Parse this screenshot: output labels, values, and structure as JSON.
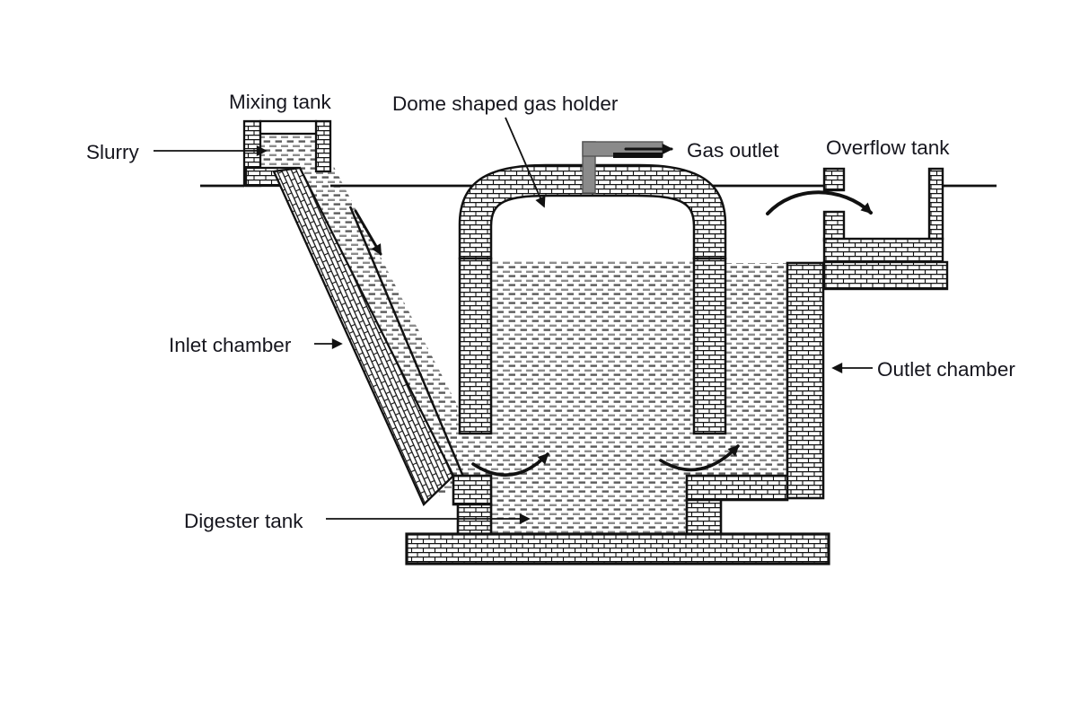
{
  "figure": {
    "labels": {
      "slurry": "Slurry",
      "mixing_tank": "Mixing tank",
      "dome": "Dome shaped gas holder",
      "gas_outlet": "Gas outlet",
      "overflow_tank": "Overflow tank",
      "inlet_chamber": "Inlet chamber",
      "outlet_chamber": "Outlet chamber",
      "digester_tank": "Digester tank"
    },
    "colors": {
      "ink": "#111111",
      "text": "#16161e",
      "pipe_gray": "#8a8a8a",
      "slurry_dash_light": "#8d8d8d",
      "slurry_dash_dark": "#5c5c5c",
      "background": "#ffffff"
    }
  }
}
